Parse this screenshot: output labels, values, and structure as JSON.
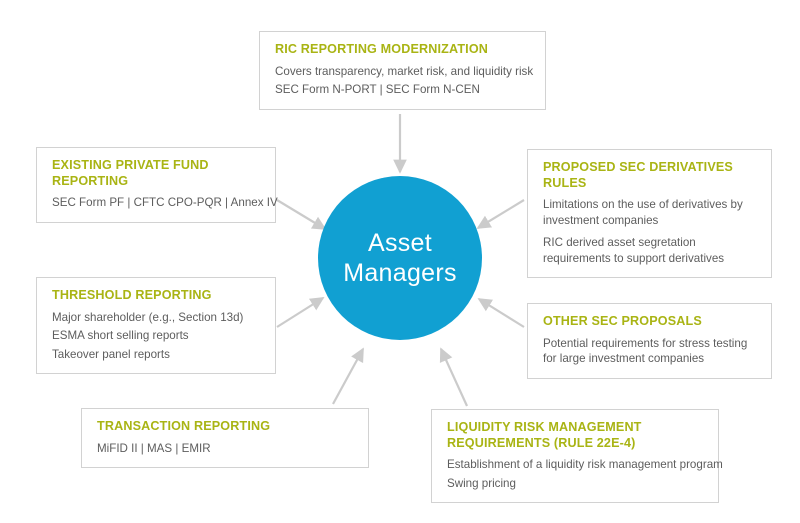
{
  "diagram": {
    "hub": {
      "label": "Asset\nManagers",
      "fill": "#11a0d2",
      "text_color": "#ffffff"
    },
    "colors": {
      "heading": "#a9b414",
      "body": "#5d5d5d",
      "border": "#d2d2d2",
      "connector": "#cccccc",
      "hub": "#11a0d2"
    },
    "nodes": [
      {
        "id": "ric-reporting-modernization",
        "title": "RIC REPORTING MODERNIZATION",
        "lines": [
          "Covers transparency, market risk, and liquidity risk",
          "SEC Form N-PORT  |  SEC Form N-CEN"
        ]
      },
      {
        "id": "existing-private-fund-reporting",
        "title": "EXISTING PRIVATE FUND REPORTING",
        "lines": [
          "SEC Form PF  |  CFTC CPO-PQR  |  Annex IV"
        ]
      },
      {
        "id": "threshold-reporting",
        "title": "THRESHOLD REPORTING",
        "lines": [
          "Major shareholder (e.g., Section 13d)",
          "ESMA short selling reports",
          "Takeover panel reports"
        ]
      },
      {
        "id": "transaction-reporting",
        "title": "TRANSACTION REPORTING",
        "lines": [
          "MiFID II  |  MAS  |  EMIR"
        ]
      },
      {
        "id": "liquidity-risk-management-requirements",
        "title": "LIQUIDITY RISK MANAGEMENT REQUIREMENTS (RULE 22E-4)",
        "lines": [
          "Establishment of a liquidity risk management program",
          "Swing pricing"
        ]
      },
      {
        "id": "other-sec-proposals",
        "title": "OTHER SEC PROPOSALS",
        "lines": [
          "Potential requirements for stress testing for large investment companies"
        ]
      },
      {
        "id": "proposed-sec-derivatives-rules",
        "title": "PROPOSED SEC DERIVATIVES RULES",
        "lines": [
          "Limitations on the use of derivatives by investment companies",
          "RIC derived asset segretation requirements to support derivatives"
        ]
      }
    ]
  }
}
